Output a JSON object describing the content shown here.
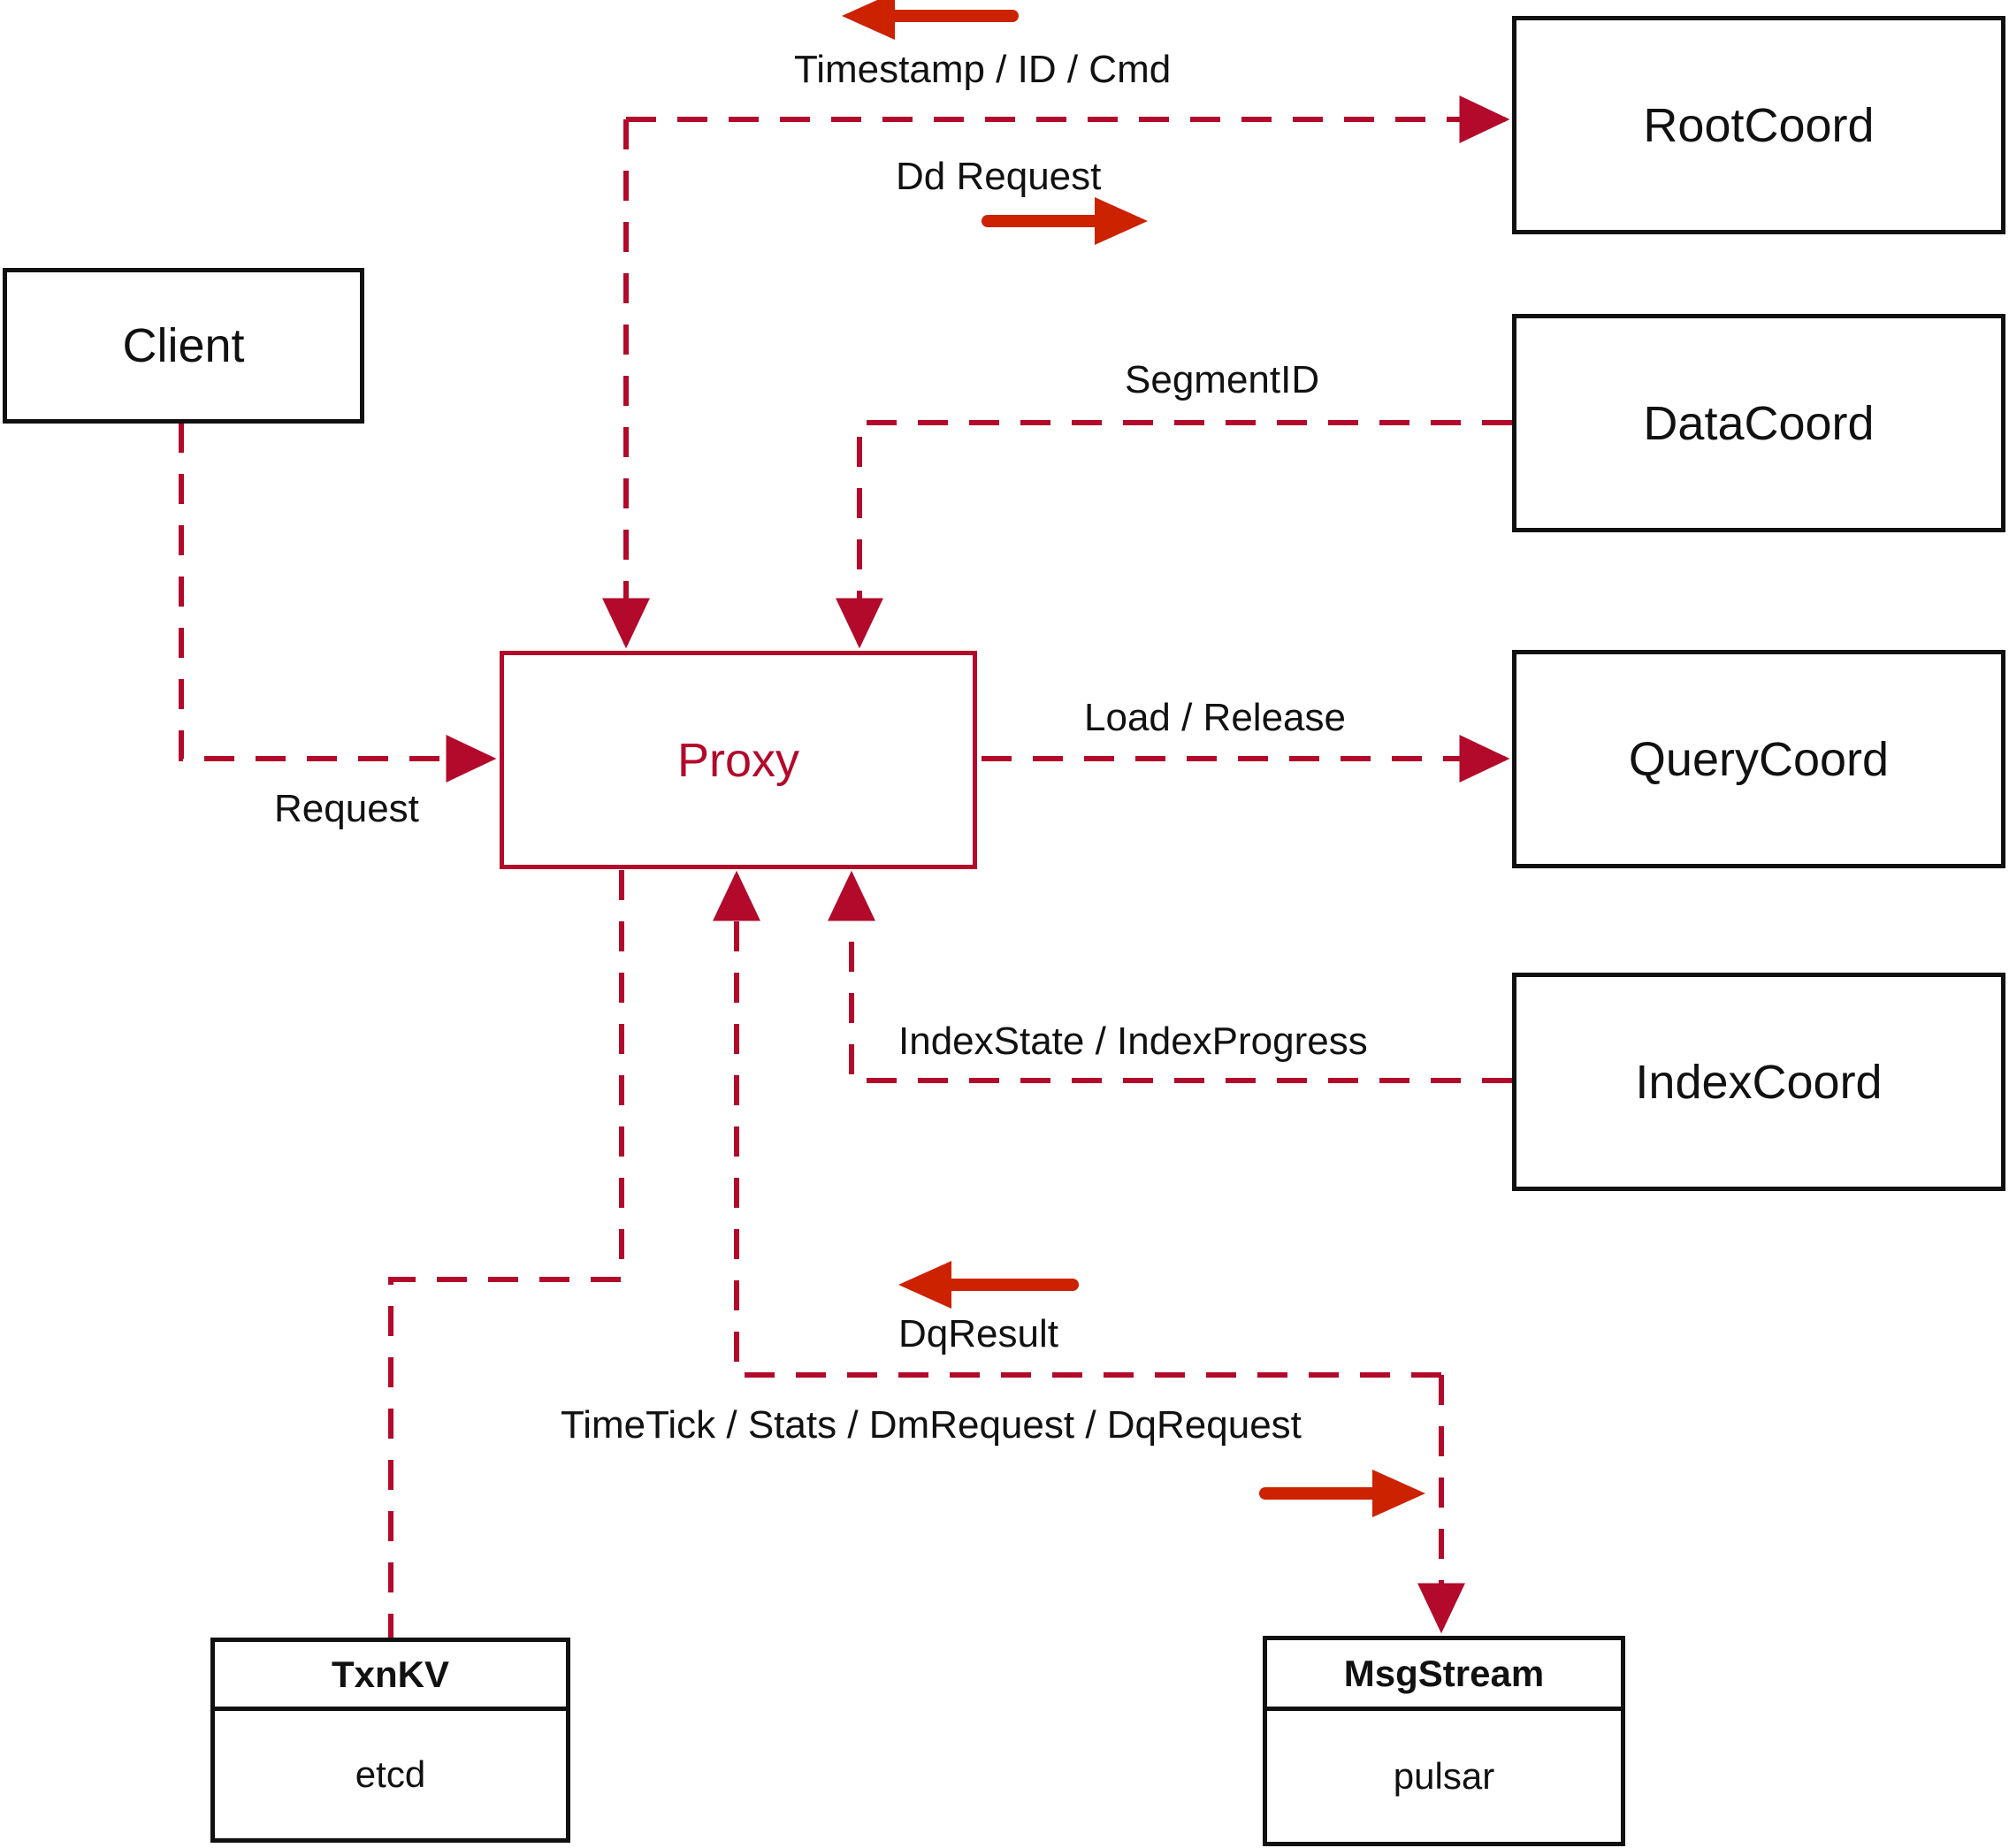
{
  "diagram": {
    "title": "Milvus Proxy interaction diagram",
    "colors": {
      "dashed_edge": "#b3092b",
      "thick_arrow": "#cc2200",
      "box_border": "#111111",
      "proxy_border": "#b3092b",
      "proxy_text": "#b3092b",
      "background": "#ffffff"
    }
  },
  "nodes": {
    "client": {
      "label": "Client"
    },
    "proxy": {
      "label": "Proxy"
    },
    "root_coord": {
      "label": "RootCoord"
    },
    "data_coord": {
      "label": "DataCoord"
    },
    "query_coord": {
      "label": "QueryCoord"
    },
    "index_coord": {
      "label": "IndexCoord"
    },
    "txn_kv": {
      "title": "TxnKV",
      "impl": "etcd"
    },
    "msg_stream": {
      "title": "MsgStream",
      "impl": "pulsar"
    }
  },
  "edge_labels": {
    "timestamp_id_cmd": "Timestamp / ID / Cmd",
    "dd_request": "Dd Request",
    "segment_id": "SegmentID",
    "request": "Request",
    "load_release": "Load / Release",
    "index_state_progress": "IndexState / IndexProgress",
    "dq_result": "DqResult",
    "timetick_stats": "TimeTick / Stats / DmRequest / DqRequest"
  },
  "edges": [
    {
      "name": "client-to-proxy",
      "from": "client",
      "to": "proxy",
      "label": "Request",
      "style": "dashed",
      "direction": "forward"
    },
    {
      "name": "proxy-to-rootcoord",
      "from": "proxy",
      "to": "root_coord",
      "label": "Dd Request",
      "style": "dashed",
      "direction": "forward"
    },
    {
      "name": "rootcoord-to-proxy",
      "from": "root_coord",
      "to": "proxy",
      "label": "Timestamp / ID / Cmd",
      "style": "dashed",
      "direction": "forward"
    },
    {
      "name": "datacoord-to-proxy",
      "from": "data_coord",
      "to": "proxy",
      "label": "SegmentID",
      "style": "dashed",
      "direction": "forward"
    },
    {
      "name": "proxy-to-querycoord",
      "from": "proxy",
      "to": "query_coord",
      "label": "Load / Release",
      "style": "dashed",
      "direction": "forward"
    },
    {
      "name": "indexcoord-to-proxy",
      "from": "index_coord",
      "to": "proxy",
      "label": "IndexState / IndexProgress",
      "style": "dashed",
      "direction": "forward"
    },
    {
      "name": "proxy-to-txnkv",
      "from": "proxy",
      "to": "txn_kv",
      "label": "",
      "style": "dashed",
      "direction": "none"
    },
    {
      "name": "msgstream-to-proxy",
      "from": "msg_stream",
      "to": "proxy",
      "label": "DqResult",
      "style": "dashed",
      "direction": "forward"
    },
    {
      "name": "proxy-to-msgstream",
      "from": "proxy",
      "to": "msg_stream",
      "label": "TimeTick / Stats / DmRequest / DqRequest",
      "style": "dashed",
      "direction": "forward"
    }
  ]
}
